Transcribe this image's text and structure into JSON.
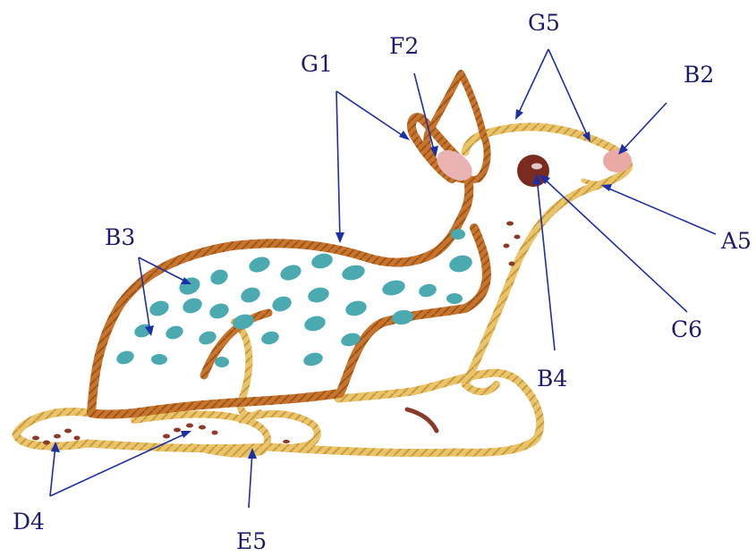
{
  "diagram": {
    "labels": {
      "g1": "G1",
      "f2": "F2",
      "g5": "G5",
      "b2": "B2",
      "b3": "B3",
      "a5": "A5",
      "c6": "C6",
      "b4": "B4",
      "d4": "D4",
      "e5": "E5"
    },
    "colors": {
      "g1_outline": "#c8742c",
      "g5_outline": "#e9c46a",
      "b3_spots": "#4aaab0",
      "f2_ear": "#eab3b3",
      "b2_nose": "#e8aaa2",
      "b4_eye": "#7a2a1e",
      "d4_spots": "#8a3a28",
      "e5_leg": "#e2bd62",
      "label_text": "#1a1a6e",
      "leader_lines": "#1b2fa6"
    }
  }
}
